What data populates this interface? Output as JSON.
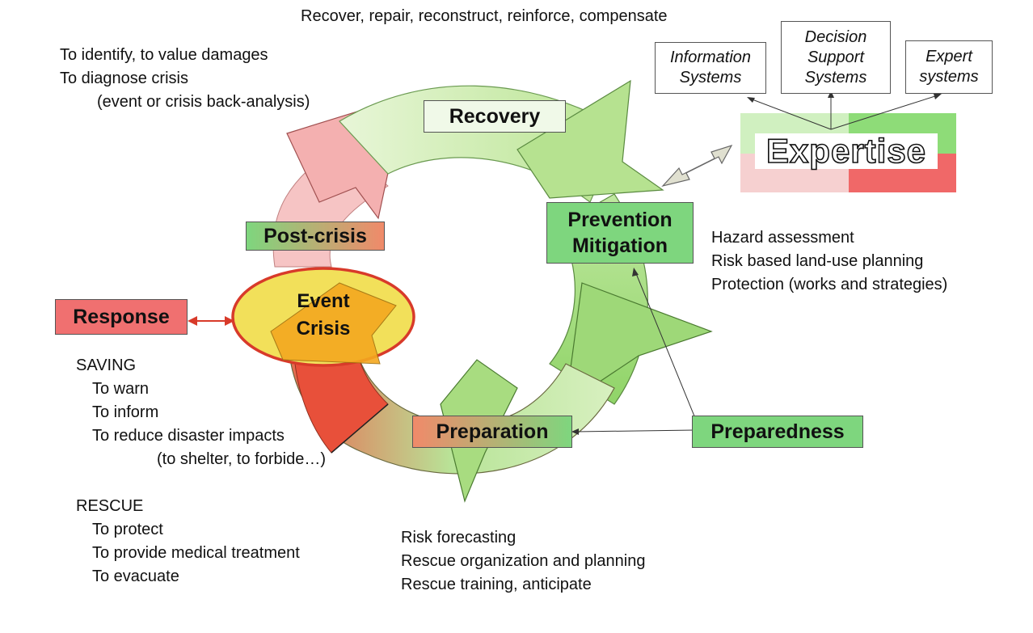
{
  "top_caption": "Recover, repair, reconstruct, reinforce, compensate",
  "top_left": {
    "line1": "To identify, to value damages",
    "line2": "To diagnose crisis",
    "line3": "(event or crisis back-analysis)"
  },
  "phases": {
    "recovery": "Recovery",
    "prevention_line1": "Prevention",
    "prevention_line2": "Mitigation",
    "post_crisis": "Post-crisis",
    "event_line1": "Event",
    "event_line2": "Crisis",
    "response": "Response",
    "preparation": "Preparation",
    "preparedness": "Preparedness"
  },
  "expertise": {
    "title": "Expertise",
    "sources": [
      {
        "line1": "Information",
        "line2": "Systems"
      },
      {
        "line1": "Decision",
        "line2": "Support",
        "line3": "Systems"
      },
      {
        "line1": "Expert",
        "line2": "systems"
      }
    ]
  },
  "prevention_notes": [
    "Hazard assessment",
    "Risk based land-use planning",
    "Protection (works and strategies)"
  ],
  "saving": {
    "heading": "SAVING",
    "items": [
      "To warn",
      "To inform",
      "To reduce disaster impacts",
      "(to shelter, to forbide…)"
    ]
  },
  "rescue": {
    "heading": "RESCUE",
    "items": [
      "To protect",
      "To provide medical treatment",
      "To evacuate"
    ]
  },
  "preparation_notes": [
    "Risk forecasting",
    "Rescue organization and planning",
    "Rescue training, anticipate"
  ],
  "colors": {
    "green_light": "#d8f0c0",
    "green_mid": "#a8dc80",
    "green_dark": "#80cc60",
    "pink": "#f4b8b8",
    "red": "#e84a3a",
    "orange": "#f07850",
    "yellow": "#f0e060",
    "box_green": "#7ed67e",
    "box_red": "#f07070"
  }
}
